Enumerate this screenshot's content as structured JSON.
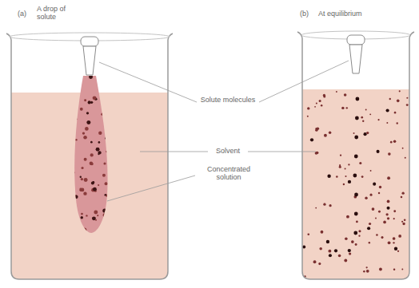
{
  "diagram": {
    "labels": [
      "(a)",
      "A drop of solute",
      "(b)",
      "At equilibrium",
      "Solute molecules",
      "Solvent",
      "Concentrated solution"
    ]
  }
}
